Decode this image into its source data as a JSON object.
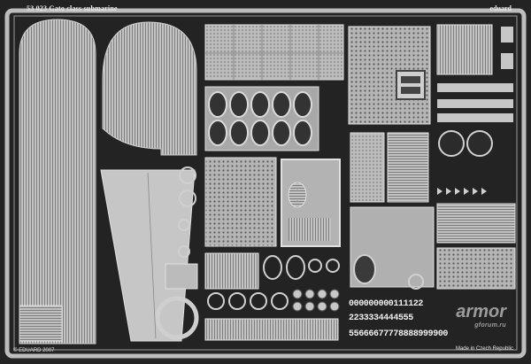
{
  "fret": {
    "title": "53 023  Gato class submarine",
    "brand": "eduard",
    "copyright": "© EDUARD 2007",
    "origin": "Made in Czech Republic",
    "number_rows": [
      "000000000111122",
      "2233334444555",
      "55666677778888999900"
    ]
  },
  "watermark": {
    "text": "armor",
    "sub": "gforum.ru"
  },
  "colors": {
    "background": "#232323",
    "metal": "#b9b9b9",
    "metal_dark": "#8f8f8f",
    "metal_light": "#d8d8d8"
  }
}
